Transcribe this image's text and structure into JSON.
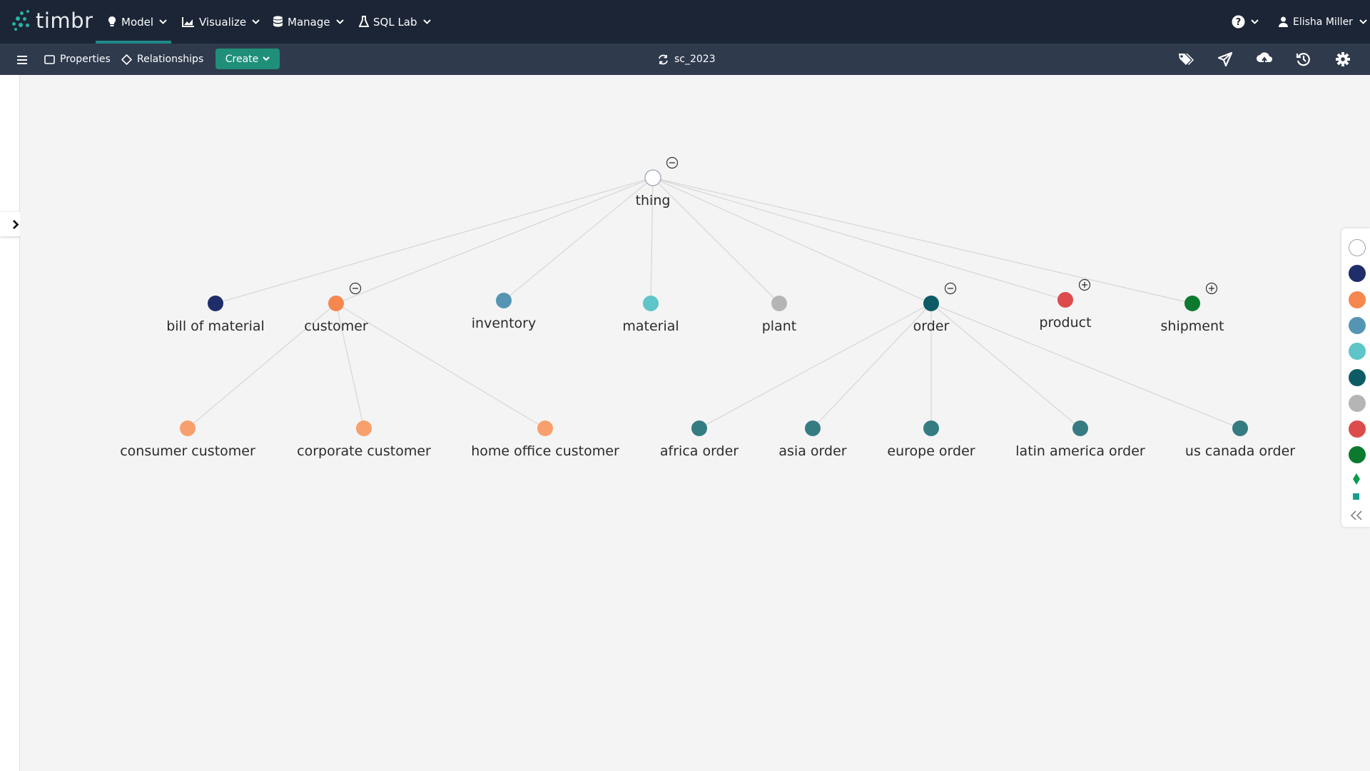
{
  "app": {
    "logo_text": "timbr"
  },
  "topnav": {
    "items": [
      {
        "label": "Model",
        "icon": "lightbulb-icon"
      },
      {
        "label": "Visualize",
        "icon": "chart-icon"
      },
      {
        "label": "Manage",
        "icon": "database-icon"
      },
      {
        "label": "SQL Lab",
        "icon": "flask-icon"
      }
    ],
    "help_icon": "question-icon",
    "user_name": "Elisha Miller"
  },
  "toolbar": {
    "properties_label": "Properties",
    "relationships_label": "Relationships",
    "create_label": "Create",
    "schema_name": "sc_2023",
    "icons": [
      "tag-icon",
      "send-icon",
      "cloud-sync-icon",
      "history-icon",
      "settings-icon"
    ]
  },
  "graph": {
    "nodes": [
      {
        "id": "thing",
        "label": "thing",
        "color": "#ffffff",
        "toggle": "collapse"
      },
      {
        "id": "bill_of_material",
        "label": "bill of material",
        "color": "#1f2d6b"
      },
      {
        "id": "customer",
        "label": "customer",
        "color": "#f5874f",
        "toggle": "collapse"
      },
      {
        "id": "inventory",
        "label": "inventory",
        "color": "#5595b3"
      },
      {
        "id": "material",
        "label": "material",
        "color": "#5ec5c8"
      },
      {
        "id": "plant",
        "label": "plant",
        "color": "#b5b5b5"
      },
      {
        "id": "order",
        "label": "order",
        "color": "#0d5c65",
        "toggle": "collapse"
      },
      {
        "id": "product",
        "label": "product",
        "color": "#dc4c4c",
        "toggle": "expand"
      },
      {
        "id": "shipment",
        "label": "shipment",
        "color": "#0c7a2e",
        "toggle": "expand"
      },
      {
        "id": "consumer_customer",
        "label": "consumer customer",
        "color": "#f7a06d"
      },
      {
        "id": "corporate_customer",
        "label": "corporate customer",
        "color": "#f7a06d"
      },
      {
        "id": "home_office_customer",
        "label": "home office customer",
        "color": "#f7a06d"
      },
      {
        "id": "africa_order",
        "label": "africa order",
        "color": "#347c82"
      },
      {
        "id": "asia_order",
        "label": "asia order",
        "color": "#347c82"
      },
      {
        "id": "europe_order",
        "label": "europe order",
        "color": "#347c82"
      },
      {
        "id": "latin_america_order",
        "label": "latin america order",
        "color": "#347c82"
      },
      {
        "id": "us_canada_order",
        "label": "us canada order",
        "color": "#347c82"
      }
    ],
    "edges": [
      [
        "thing",
        "bill_of_material"
      ],
      [
        "thing",
        "customer"
      ],
      [
        "thing",
        "inventory"
      ],
      [
        "thing",
        "material"
      ],
      [
        "thing",
        "plant"
      ],
      [
        "thing",
        "order"
      ],
      [
        "thing",
        "product"
      ],
      [
        "thing",
        "shipment"
      ],
      [
        "customer",
        "consumer_customer"
      ],
      [
        "customer",
        "corporate_customer"
      ],
      [
        "customer",
        "home_office_customer"
      ],
      [
        "order",
        "africa_order"
      ],
      [
        "order",
        "asia_order"
      ],
      [
        "order",
        "europe_order"
      ],
      [
        "order",
        "latin_america_order"
      ],
      [
        "order",
        "us_canada_order"
      ]
    ]
  },
  "palette": {
    "colors": [
      "#ffffff",
      "#1f2d6b",
      "#f5874f",
      "#5595b3",
      "#5ec5c8",
      "#0d5c65",
      "#b5b5b5",
      "#dc4c4c",
      "#0c7a2e"
    ],
    "extra_icons": [
      "diamond-icon",
      "square-icon",
      "collapse-panel-icon"
    ]
  }
}
